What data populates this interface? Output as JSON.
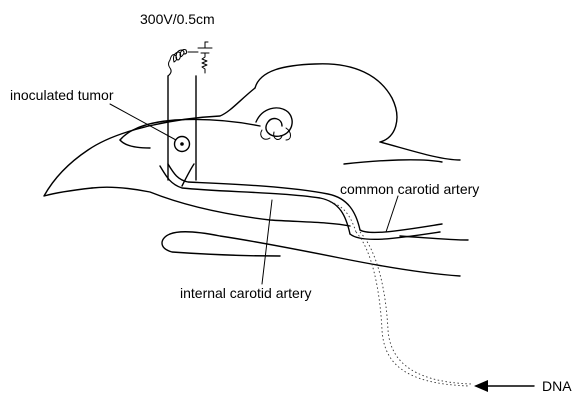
{
  "labels": {
    "voltage": "300V/0.5cm",
    "tumor": "inoculated tumor",
    "common_artery": "common carotid artery",
    "internal_artery": "internal carotid artery",
    "dna": "DNA"
  }
}
